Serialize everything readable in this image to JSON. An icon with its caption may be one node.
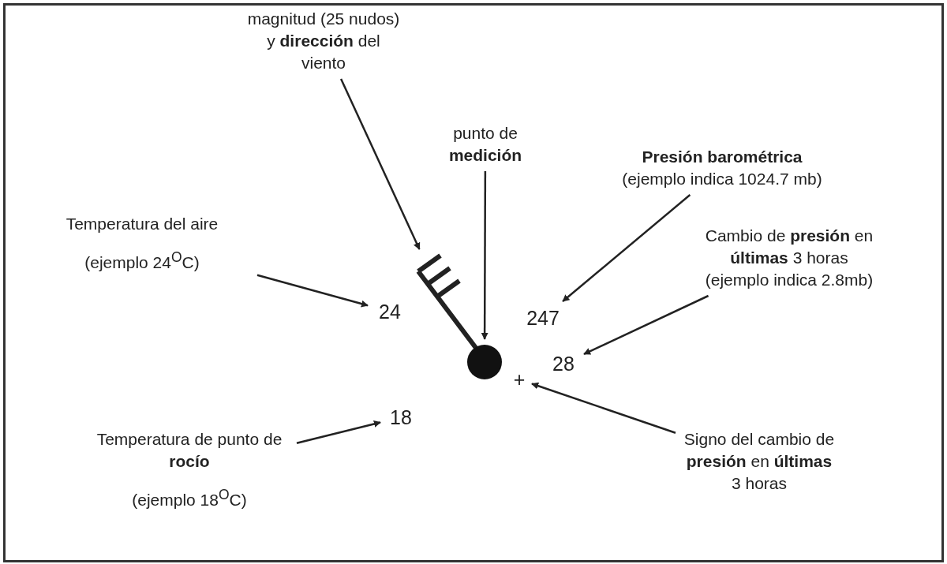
{
  "diagram": {
    "nodes": [
      {
        "text": [
          "magnitud (25 nudos) y **dirección** del viento"
        ]
      },
      {
        "text": [
          "punto de **medición**"
        ]
      },
      {
        "text": [
          "**Presión barométrica**",
          "(ejemplo indica 1024.7 mb)"
        ]
      },
      {
        "text": [
          "Temperatura del aire",
          "(ejemplo 24$^{O}$C)"
        ]
      },
      {
        "text": [],
        "shape": "picture"
      },
      {
        "text": [
          "Cambio de **presión** en **últimas** 3 horas",
          "(ejemplo indica 2.8mb)"
        ]
      },
      {
        "text": [
          "24"
        ]
      },
      {
        "text": [
          "247"
        ]
      },
      {
        "text": [],
        "shape": "circle"
      },
      {
        "text": [
          "28"
        ]
      },
      {
        "text": [
          "+"
        ]
      },
      {
        "text": [
          "18"
        ]
      },
      {
        "text": [
          "Signo del cambio de **presión** en **últimas** 3 horas"
        ]
      },
      {
        "text": [
          "Temperatura de punto de **rocío**",
          "(ejemplo 18$^{O}$C)"
        ]
      }
    ],
    "edges": [
      {
        "from": 0,
        "to": 4,
        "arrow": "to"
      },
      {
        "from": 1,
        "to": 8,
        "arrow": "to"
      },
      {
        "from": 2,
        "to": 7,
        "arrow": "to"
      },
      {
        "from": 3,
        "to": 6,
        "arrow": "to"
      },
      {
        "from": 5,
        "to": 9,
        "arrow": "to"
      },
      {
        "from": 12,
        "to": 10,
        "arrow": "to"
      },
      {
        "from": 13,
        "to": 11,
        "arrow": "to"
      }
    ]
  }
}
